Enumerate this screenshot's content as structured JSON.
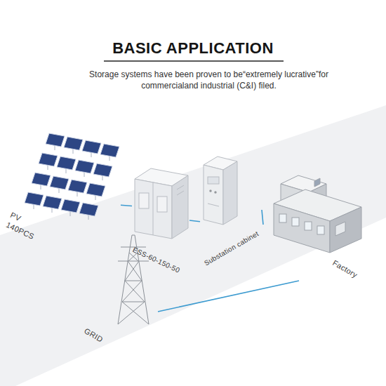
{
  "diagram": {
    "title": "BASIC APPLICATION",
    "caption": "Storage systems have been proven to be“extremely lucrative”for commercialand industrial (C&I) filed.",
    "nodes": [
      {
        "text": [
          "PV",
          "140PCS"
        ]
      },
      {
        "text": [
          "ESS-60-150-50"
        ]
      },
      {
        "text": [
          "Substation cabinet"
        ]
      },
      {
        "text": [
          "Factory"
        ]
      },
      {
        "text": [
          "GRID"
        ]
      }
    ],
    "edges": [
      {
        "from": 0,
        "to": 1,
        "arrow": "none"
      },
      {
        "from": 1,
        "to": 2,
        "arrow": "none"
      },
      {
        "from": 2,
        "to": 3,
        "arrow": "none"
      },
      {
        "from": 4,
        "to": 3,
        "arrow": "none"
      }
    ]
  }
}
